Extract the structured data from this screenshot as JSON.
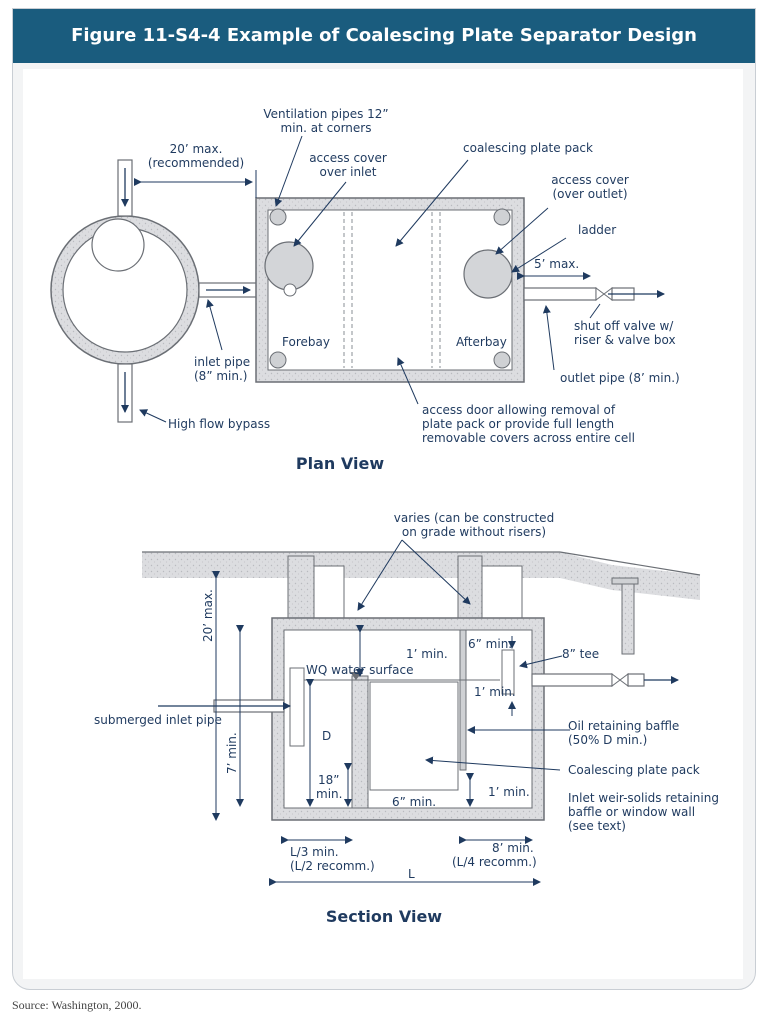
{
  "figure": {
    "title": "Figure 11-S4-4  Example of Coalescing Plate Separator Design",
    "source": "Source: Washington, 2000."
  },
  "plan_view": {
    "heading": "Plan View",
    "labels": {
      "max_distance_1": "20’ max.",
      "max_distance_2": "(recommended)",
      "vent_1": "Ventilation pipes 12”",
      "vent_2": "min. at corners",
      "access_inlet_1": "access cover",
      "access_inlet_2": "over inlet",
      "plate_pack": "coalescing plate pack",
      "access_outlet_1": "access cover",
      "access_outlet_2": "(over outlet)",
      "ladder": "ladder",
      "five_max": "5’ max.",
      "forebay": "Forebay",
      "afterbay": "Afterbay",
      "shutoff_1": "shut off valve w/",
      "shutoff_2": "riser & valve box",
      "inlet_pipe_1": "inlet pipe",
      "inlet_pipe_2": "(8” min.)",
      "outlet_pipe": "outlet pipe (8’ min.)",
      "bypass": "High flow bypass",
      "access_door_1": "access door allowing removal of",
      "access_door_2": "plate pack or provide full length",
      "access_door_3": "removable covers across entire cell"
    }
  },
  "section_view": {
    "heading": "Section View",
    "labels": {
      "varies_1": "varies (can be constructed",
      "varies_2": "on grade without risers)",
      "twenty_max": "20’ max.",
      "one_min_top": "1’ min.",
      "six_min_top": "6” min.",
      "eight_tee": "8” tee",
      "wq_surface": "WQ water surface",
      "one_min_right": "1’ min.",
      "submerged_inlet": "submerged inlet pipe",
      "seven_min": "7’ min.",
      "d": "D",
      "oil_baffle_1": "Oil retaining baffle",
      "oil_baffle_2": "(50% D min.)",
      "plate_pack": "Coalescing plate pack",
      "eighteen_1": "18”",
      "eighteen_2": "min.",
      "six_min_bottom": "6” min.",
      "one_min_bottom": "1’ min.",
      "inlet_weir_1": "Inlet weir-solids retaining",
      "inlet_weir_2": "baffle or window wall",
      "inlet_weir_3": "(see text)",
      "l3_1": "L/3 min.",
      "l3_2": "(L/2 recomm.)",
      "eight_min": "8’ min.",
      "l4": "(L/4 recomm.)",
      "l": "L"
    }
  },
  "colors": {
    "title_bar": "#1a5c7e",
    "ink": "#1f3a5f",
    "concrete": "#dfe0e2"
  }
}
